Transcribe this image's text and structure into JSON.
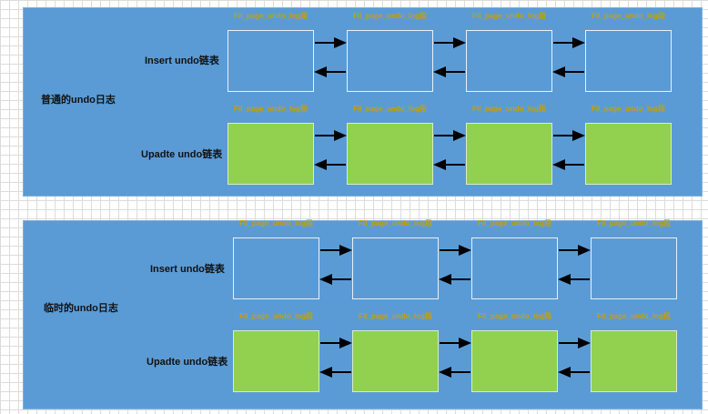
{
  "page_tag": "Fil_page_undo_log段",
  "sections": [
    {
      "title": "普通的undo日志",
      "lists": [
        {
          "label": "Insert undo链表",
          "kind": "insert",
          "pages": 4
        },
        {
          "label": "Upadte undo链表",
          "kind": "update",
          "pages": 4
        }
      ]
    },
    {
      "title": "临时的undo日志",
      "lists": [
        {
          "label": "Insert undo链表",
          "kind": "insert",
          "pages": 4
        },
        {
          "label": "Upadte undo链表",
          "kind": "update",
          "pages": 4
        }
      ]
    }
  ],
  "colors": {
    "panel": "#5b9bd5",
    "insert_page": "#5b9bd5",
    "update_page": "#92d050",
    "tag_text": "#c8a000",
    "arrow": "#000000"
  }
}
